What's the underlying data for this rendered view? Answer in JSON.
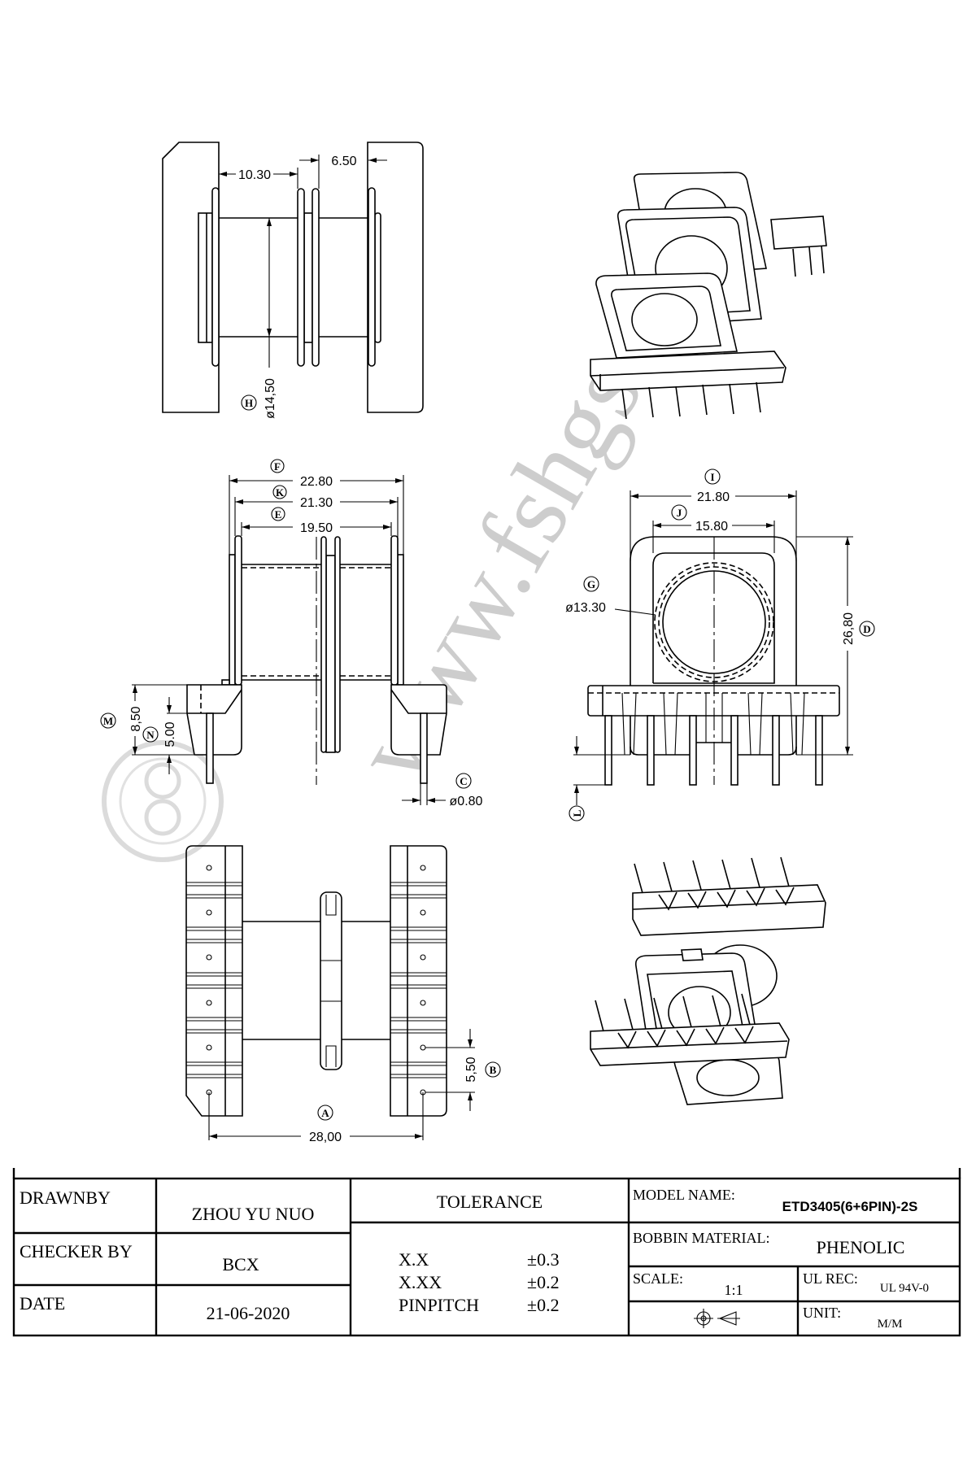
{
  "watermark": "www.fshgs.cn",
  "drawing": {
    "top_view": {
      "dim_a": "10.30",
      "dim_b": "6.50",
      "dim_h": "ø14,50",
      "label_h": "H"
    },
    "side_view": {
      "label_f": "F",
      "dim_f": "22.80",
      "label_k": "K",
      "dim_k": "21.30",
      "label_e": "E",
      "dim_e": "19.50",
      "label_m": "M",
      "dim_m": "8,50",
      "label_n": "N",
      "dim_n": "5.00",
      "label_c": "C",
      "dim_c": "ø0.80"
    },
    "front_view": {
      "label_i": "I",
      "dim_i": "21.80",
      "label_j": "J",
      "dim_j": "15.80",
      "label_g": "G",
      "dim_g": "ø13.30",
      "label_d": "D",
      "dim_d": "26,80",
      "label_l": "L"
    },
    "bottom_view": {
      "label_a": "A",
      "dim_a": "28,00",
      "label_b": "B",
      "dim_b": "5,50"
    }
  },
  "title_block": {
    "drawn_by_label": "DRAWNBY",
    "drawn_by": "ZHOU YU NUO",
    "checker_label": "CHECKER BY",
    "checker": "BCX",
    "date_label": "DATE",
    "date": "21-06-2020",
    "tolerance_label": "TOLERANCE",
    "tolerances": [
      {
        "name": "X.X",
        "value": "±0.3"
      },
      {
        "name": "X.XX",
        "value": "±0.2"
      },
      {
        "name": "PINPITCH",
        "value": "±0.2"
      }
    ],
    "model_label": "MODEL NAME:",
    "model": "ETD3405(6+6PIN)-2S",
    "material_label": "BOBBIN MATERIAL:",
    "material": "PHENOLIC",
    "scale_label": "SCALE:",
    "scale": "1:1",
    "ul_label": "UL REC:",
    "ul": "UL 94V-0",
    "unit_label": "UNIT:",
    "unit": "M/M"
  }
}
